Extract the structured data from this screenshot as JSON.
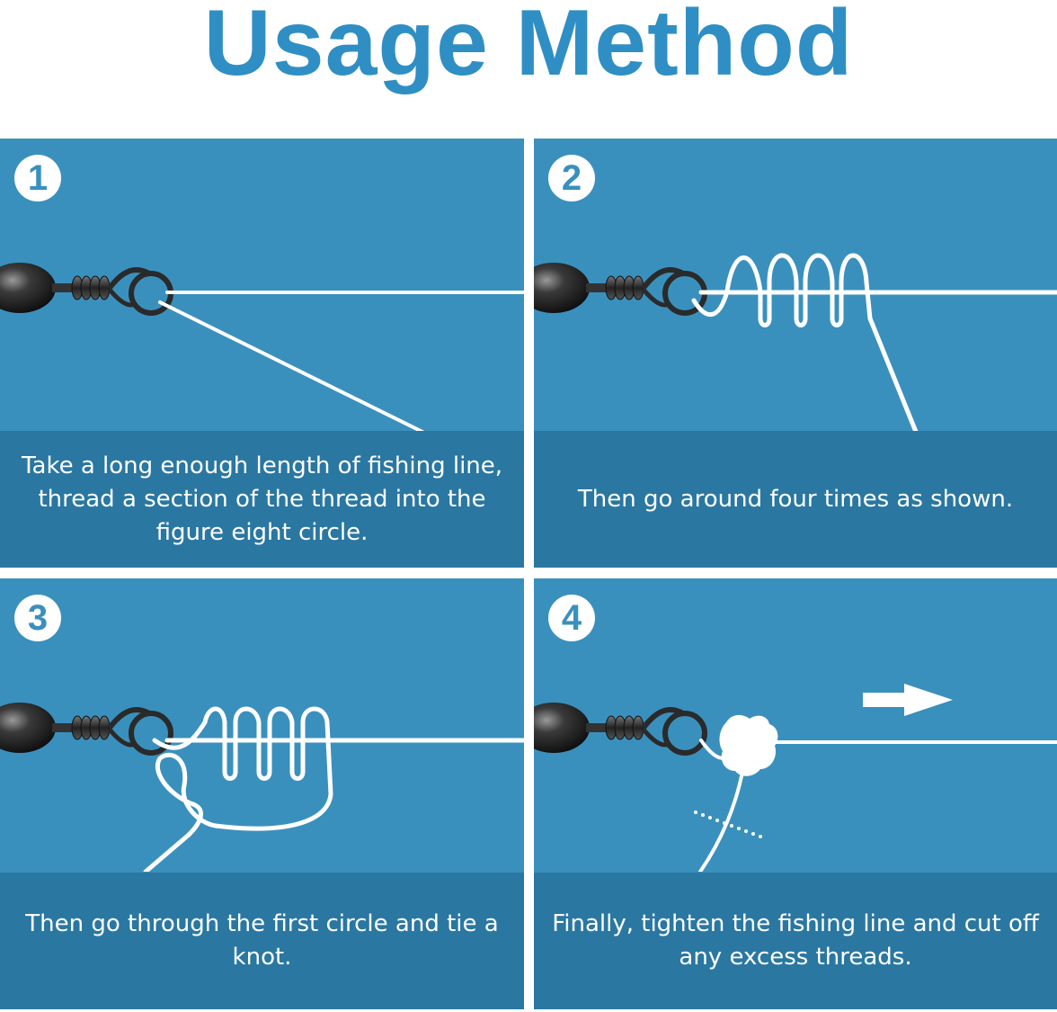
{
  "title": "Usage Method",
  "steps": [
    {
      "number": "1",
      "caption": "Take a long enough length of fishing line, thread a section of the thread into the figure eight circle."
    },
    {
      "number": "2",
      "caption": "Then go around four times as shown."
    },
    {
      "number": "3",
      "caption": "Then go through the first circle and tie a knot."
    },
    {
      "number": "4",
      "caption": "Finally, tighten the fishing line and cut off any excess threads."
    }
  ],
  "colors": {
    "title": "#2f8fc4",
    "panel": "#3a90bd",
    "caption_band": "#2a77a2",
    "line": "#ffffff"
  },
  "icons": [
    "swivel-icon",
    "fishing-line-icon",
    "arrow-right-icon",
    "cut-line-icon"
  ]
}
